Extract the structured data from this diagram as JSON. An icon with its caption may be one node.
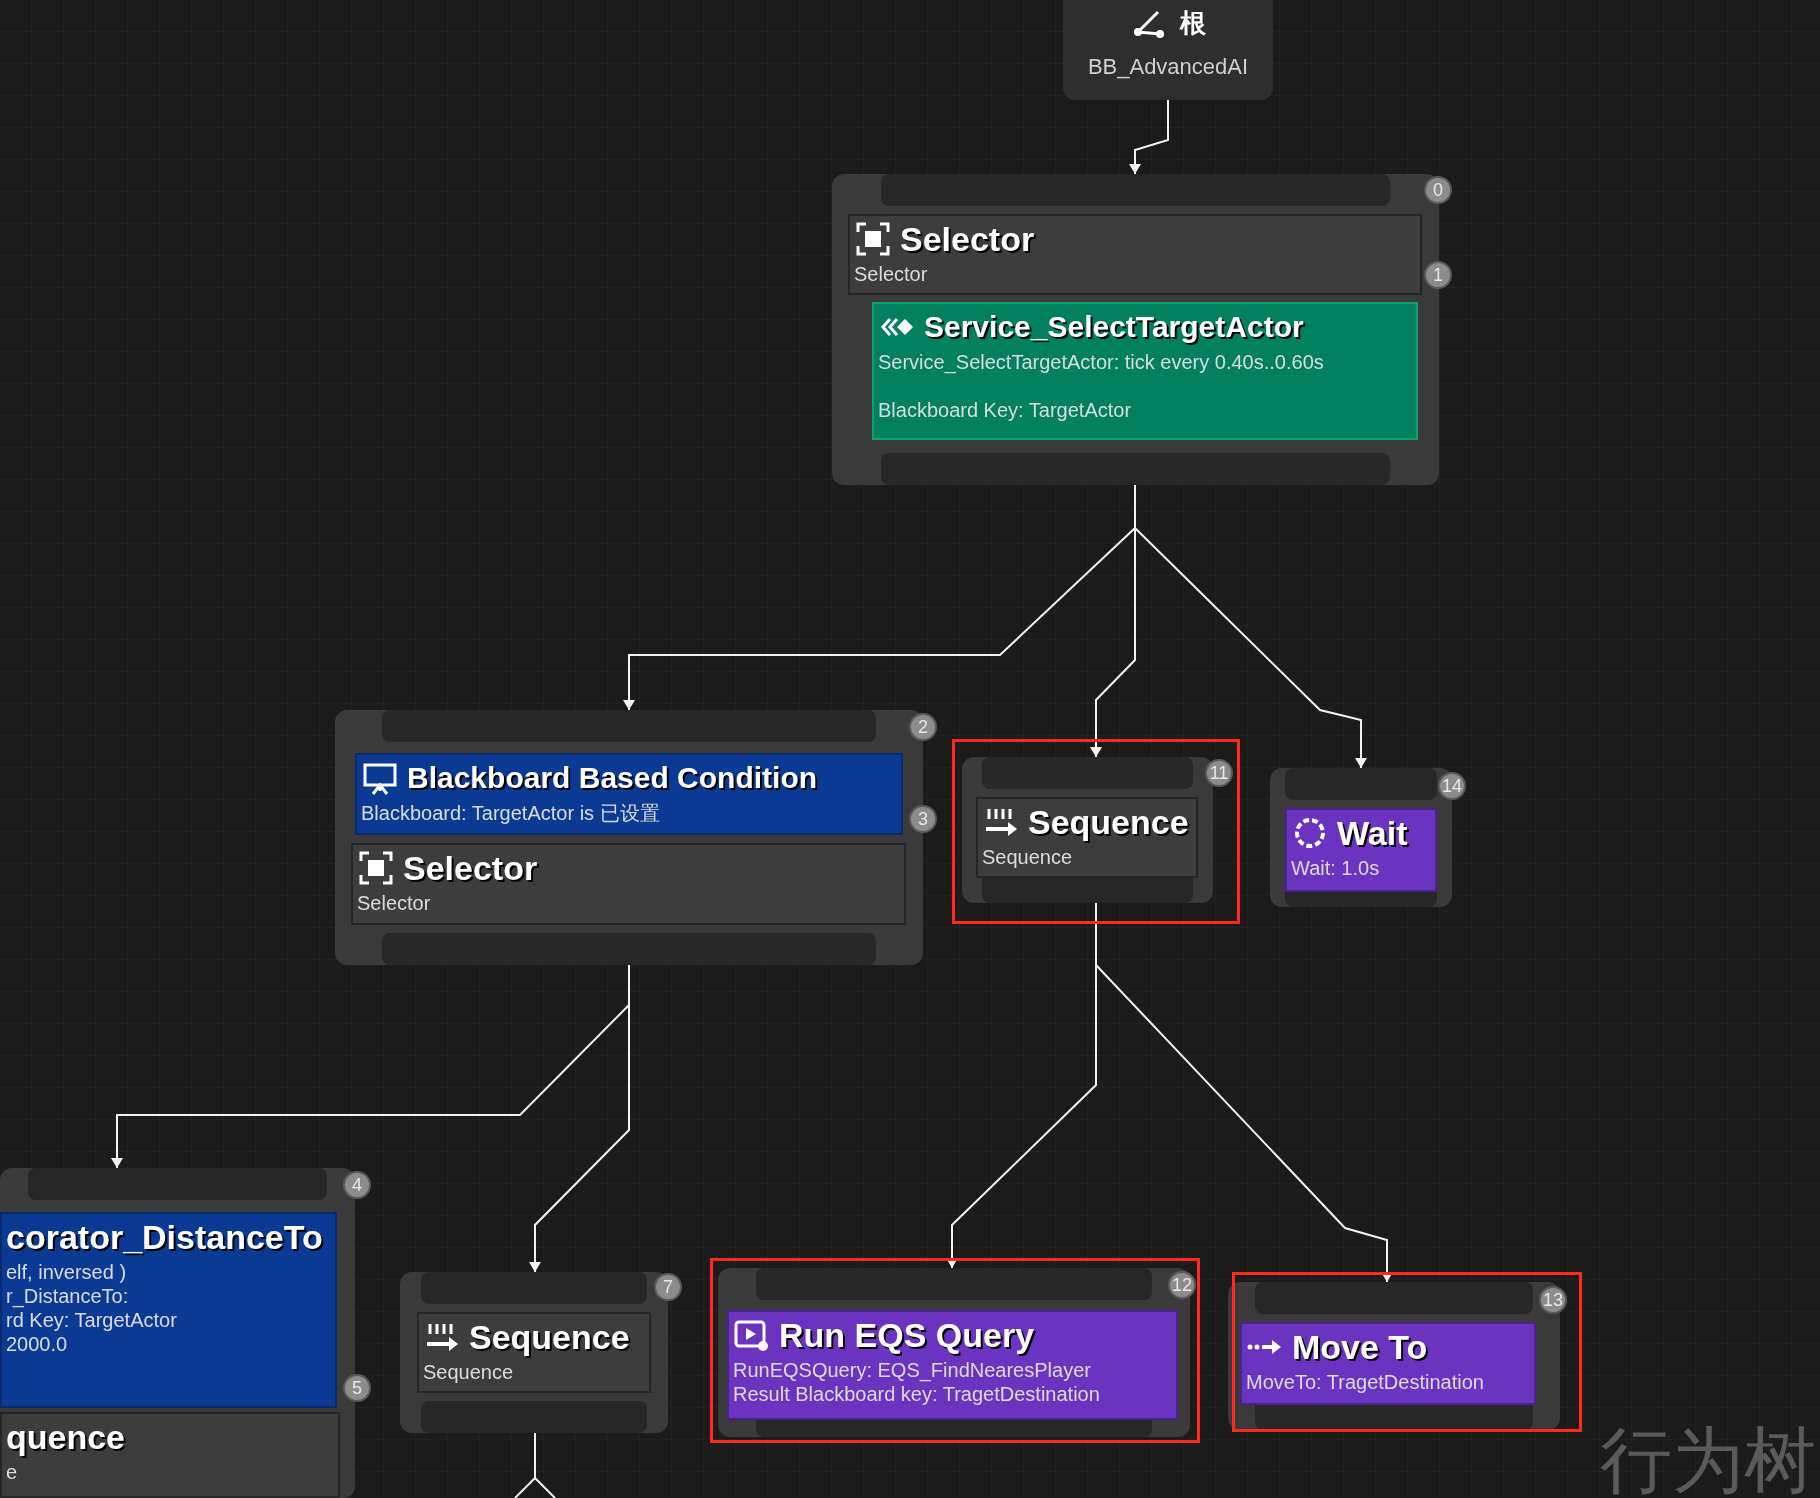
{
  "diagram": {
    "nodes": [
      {
        "text": [
          "根",
          "BB_AdvancedAI"
        ]
      },
      {
        "text": [],
        "shape": "box",
        "beside": [
          "0"
        ]
      },
      {
        "text": [
          "Selector",
          "Selector"
        ],
        "in": 1,
        "beside": [
          "1"
        ]
      },
      {
        "text": [
          "Service_SelectTargetActor",
          "Service_SelectTargetActor: tick every 0.40s..0.60s",
          "Blackboard Key: TargetActor"
        ],
        "in": 1
      },
      {
        "text": [],
        "shape": "box",
        "beside": [
          "2"
        ]
      },
      {
        "text": [
          "Blackboard Based Condition",
          "Blackboard: TargetActor is 已设置"
        ],
        "in": 4,
        "beside": [
          "3"
        ]
      },
      {
        "text": [
          "Selector",
          "Selector"
        ],
        "in": 4
      },
      {
        "text": [],
        "shape": "box",
        "beside": [
          "11"
        ]
      },
      {
        "text": [
          "Sequence",
          "Sequence"
        ],
        "in": 7
      },
      {
        "text": [],
        "shape": "box",
        "beside": [
          "14"
        ]
      },
      {
        "text": [
          "Wait",
          "Wait: 1.0s"
        ],
        "in": 9
      },
      {
        "text": [],
        "shape": "box",
        "beside": [
          "4"
        ]
      },
      {
        "text": [
          "corator_DistanceTo",
          "elf, inversed )",
          "r_DistanceTo:",
          "rd Key: TargetActor",
          "2000.0"
        ],
        "in": 11,
        "beside": [
          "5"
        ]
      },
      {
        "text": [
          "quence",
          "e"
        ],
        "in": 11
      },
      {
        "text": [],
        "shape": "box",
        "beside": [
          "7"
        ]
      },
      {
        "text": [
          "Sequence",
          "Sequence"
        ],
        "in": 14
      },
      {
        "text": [],
        "shape": "box",
        "beside": [
          "12"
        ]
      },
      {
        "text": [
          "Run EQS Query",
          "RunEQSQuery: EQS_FindNearesPlayer",
          "Result Blackboard key: TragetDestination"
        ],
        "in": 16
      },
      {
        "text": [],
        "shape": "box",
        "beside": [
          "13"
        ]
      },
      {
        "text": [
          "Move To",
          "MoveTo: TragetDestination"
        ],
        "in": 18
      }
    ],
    "edges": [
      {
        "from": 0,
        "to": 1,
        "arrow": "to"
      },
      {
        "from": 1,
        "to": 4,
        "arrow": "to"
      },
      {
        "from": 1,
        "to": 7,
        "arrow": "to"
      },
      {
        "from": 1,
        "to": 9,
        "arrow": "to"
      },
      {
        "from": 4,
        "to": 11,
        "arrow": "to"
      },
      {
        "from": 4,
        "to": 14,
        "arrow": "to"
      },
      {
        "from": 7,
        "to": 16,
        "arrow": "to"
      },
      {
        "from": 7,
        "to": 18,
        "arrow": "to"
      },
      {
        "from": 14,
        "to": null,
        "arrow": "none"
      },
      {
        "from": 14,
        "to": null,
        "arrow": "none"
      }
    ],
    "labels": [
      "行为树"
    ]
  }
}
